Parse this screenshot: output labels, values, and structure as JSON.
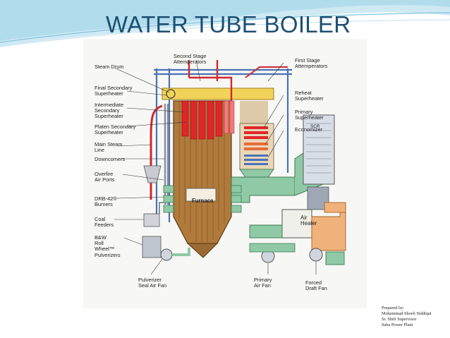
{
  "slide": {
    "title": "WATER TUBE BOILER"
  },
  "labels": {
    "steam_drum": "Steam Drum",
    "final_secondary_superheater": "Final Secondary\nSuperheater",
    "intermediate_secondary_superheater": "Intermediate\nSecondary\nSuperheater",
    "platen_secondary_superheater": "Platen Secondary\nSuperheater",
    "main_steam_line": "Main Steam\nLine",
    "downcomers": "Downcomers",
    "overfire_air_ports": "Overfire\nAir Ports",
    "drb_burners": "DRB-42®\nBurners",
    "coal_feeders": "Coal\nFeeders",
    "roll_wheel_pulverizers": "B&W\nRoll\nWheel™\nPulverizers",
    "second_stage_attemperators": "Second Stage\nAttemperators",
    "first_stage_attemperators": "First Stage\nAttemperators",
    "reheat_superheater": "Reheat\nSuperheater",
    "primary_superheater": "Primary\nSuperheater",
    "economizer": "Economizer",
    "furnace": "Furnace",
    "scr": "SCR",
    "air_heater": "Air\nHeater",
    "pulverizer_seal_air_fan": "Pulverizer\nSeal Air Fan",
    "primary_air_fan": "Primary\nAir Fan",
    "forced_draft_fan": "Forced\nDraft Fan"
  },
  "credit": {
    "line1": "Prepared by:",
    "line2": "Mohammad Shoeb Siddiqui",
    "line3": "Sr. Shift Supervisor",
    "line4": "Saba Power Plant"
  },
  "colors": {
    "title": "#1d4f73",
    "furnace_wall": "#b07a3c",
    "superheater": "#e0262a",
    "flue_gas_duct": "#8fc9a6",
    "air_duct": "#f0b27a",
    "steel_frame": "#4a72b5",
    "steam_drum": "#f2d35a"
  }
}
